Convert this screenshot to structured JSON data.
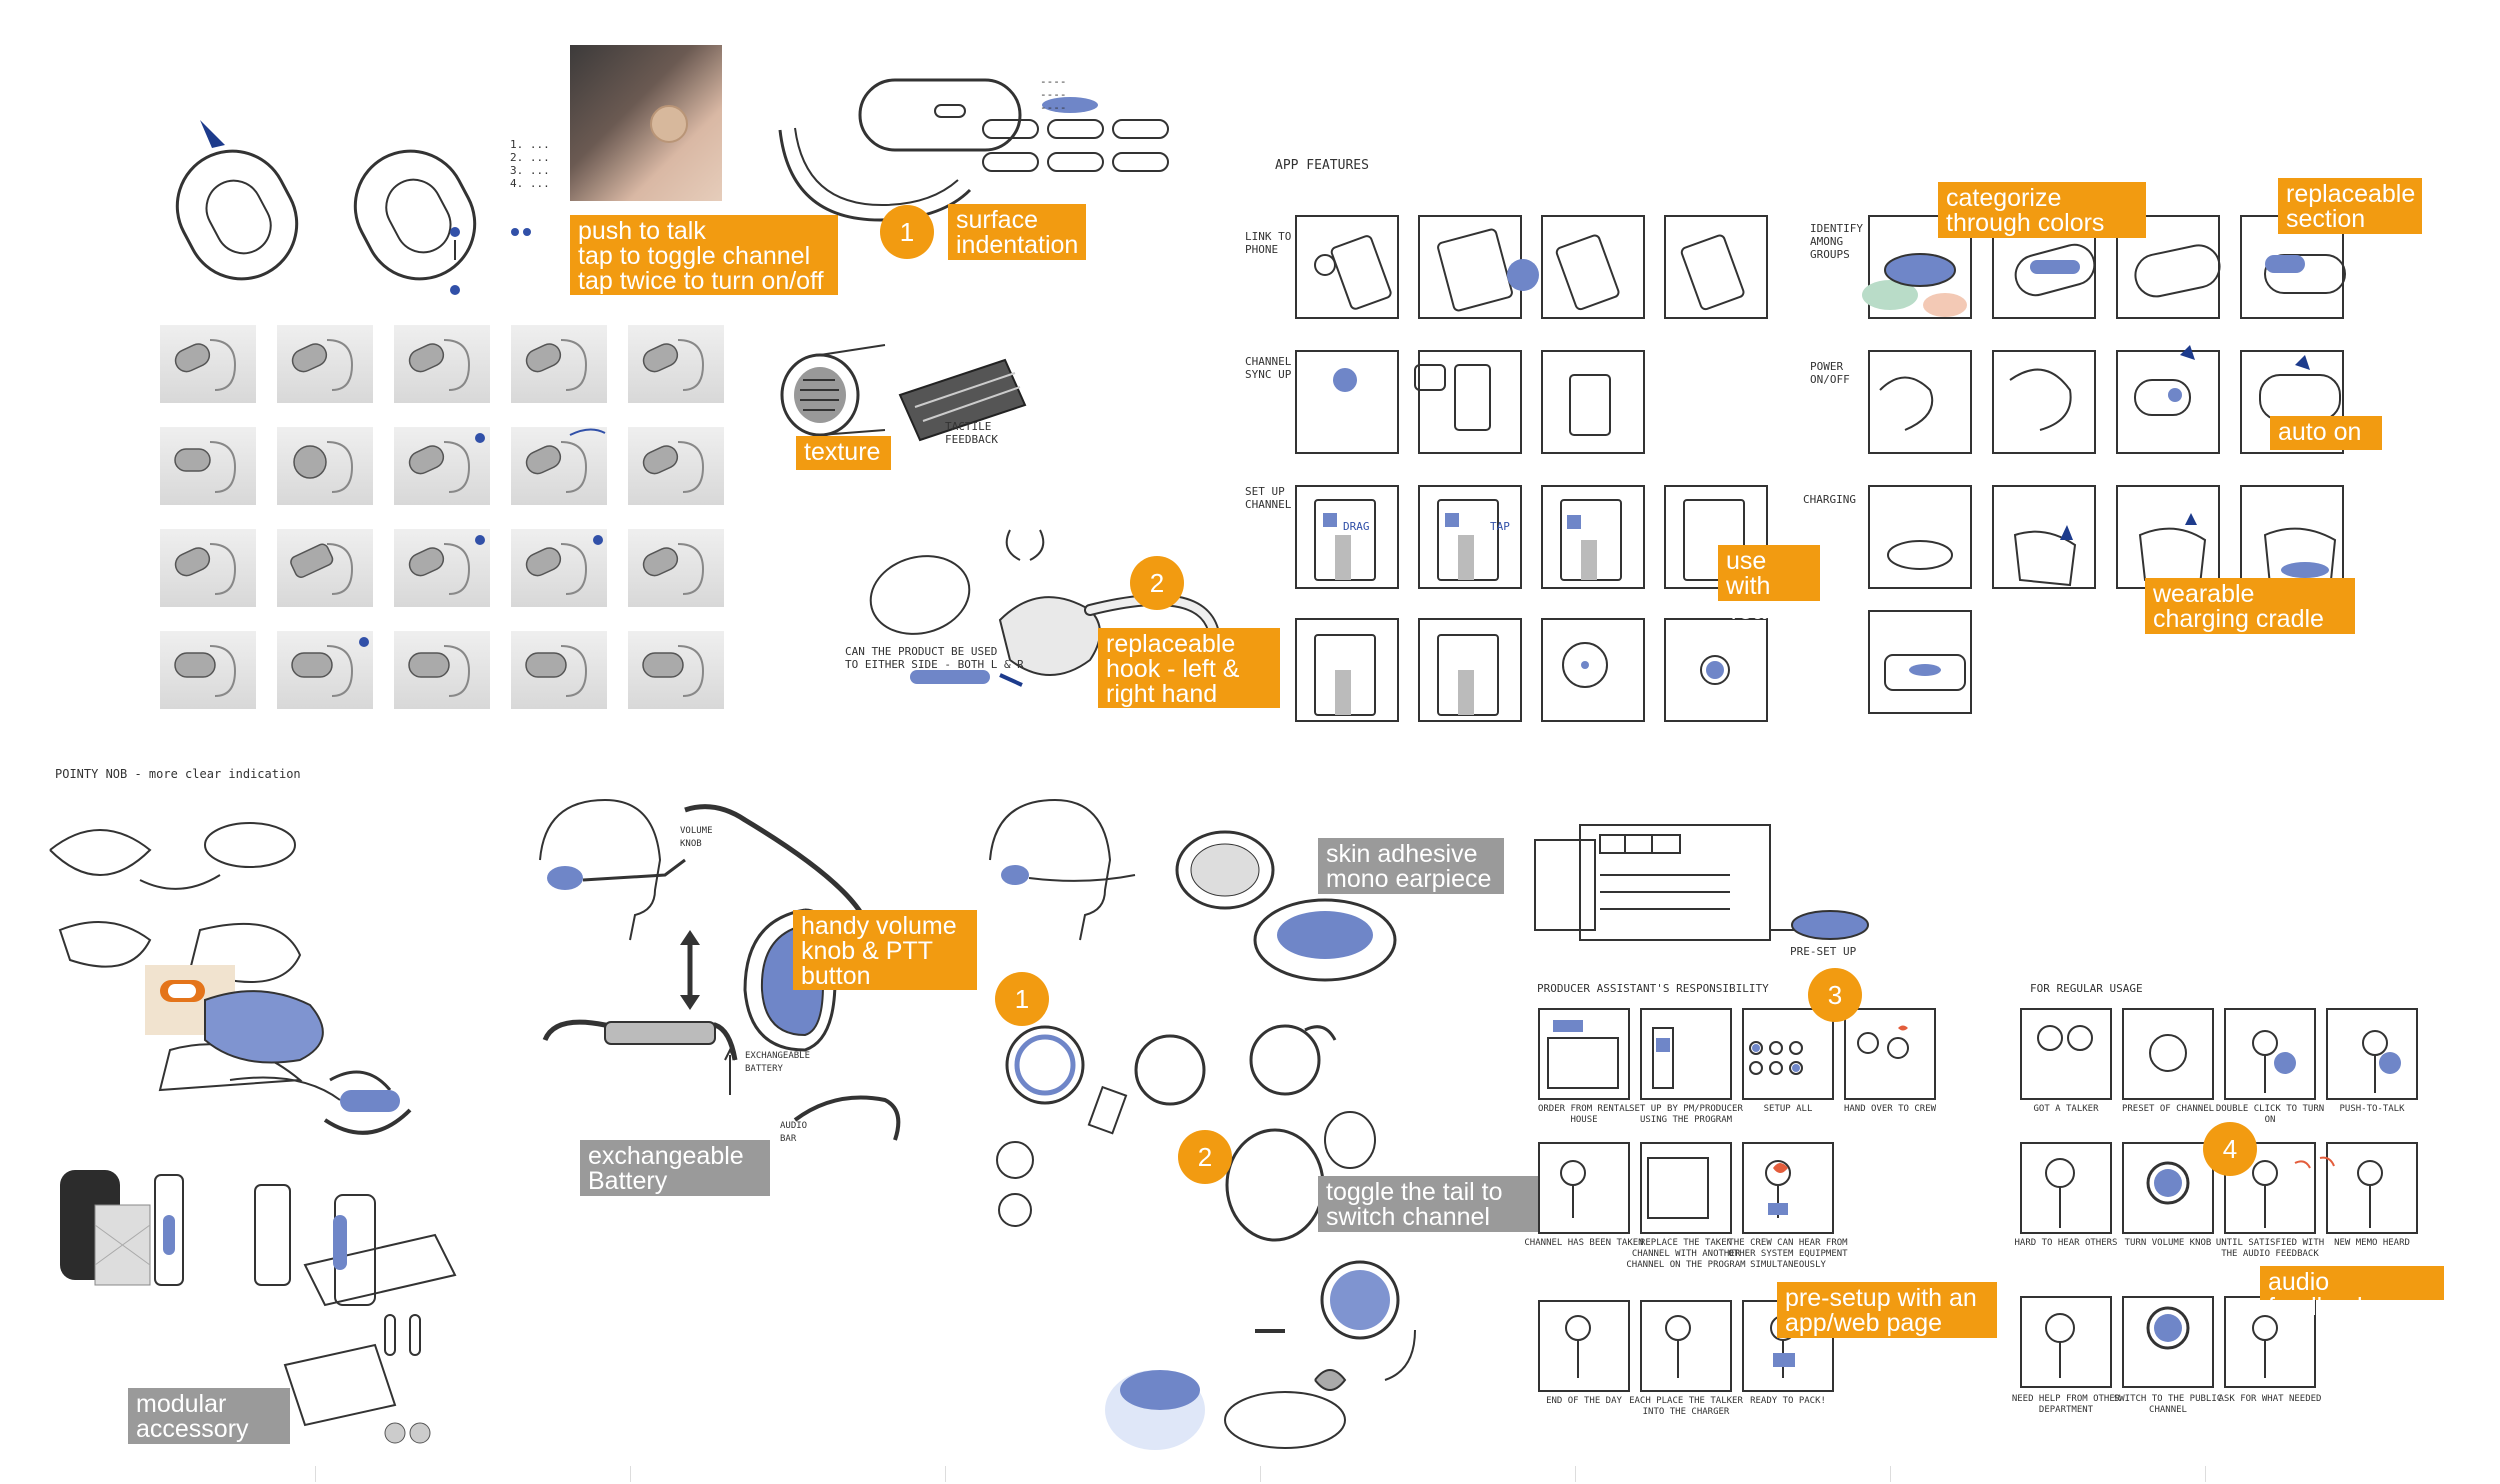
{
  "tags": {
    "push_to_talk": "push to talk\ntap to toggle channel\ntap twice to turn on/off",
    "surface_indentation": "surface\nindentation",
    "texture": "texture",
    "replaceable_hook": "replaceable\nhook - left &\nright hand user",
    "categorize_colors": "categorize\nthrough colors",
    "replaceable_section": "replaceable\nsection",
    "auto_on": "auto on",
    "use_with_teams": "use with\nTeams",
    "wearable_cradle": "wearable\ncharging cradle",
    "handy_volume": "handy volume\nknob & PTT\nbutton",
    "exchangeable_battery": "exchangeable\nBattery",
    "skin_adhesive": "skin adhesive\nmono earpiece",
    "toggle_tail": "toggle the tail to\nswitch channel",
    "modular_accessory": "modular\naccessory set",
    "pre_setup": "pre-setup with an\napp/web page",
    "audio_feedback": "audio feedback"
  },
  "numbers": {
    "n1_top": "1",
    "n2_top": "2",
    "n1_bottom": "1",
    "n2_bottom": "2",
    "n3": "3",
    "n4": "4"
  },
  "sketch_text": {
    "app_features": "APP FEATURES",
    "link_to_phone": "LINK TO\nPHONE",
    "channel_sync": "CHANNEL\nSYNC UP",
    "set_up_channel": "SET UP\nCHANNEL",
    "identify_groups": "IDENTIFY\nAMONG\nGROUPS",
    "power_onoff": "POWER\nON/OFF",
    "charging": "CHARGING",
    "pointy_nob": "POINTY NOB - more clear indication",
    "producer_responsibility": "PRODUCER ASSISTANT'S RESPONSIBILITY",
    "for_regular_usage": "FOR REGULAR USAGE",
    "tactile_feedback": "TACTILE\nFEEDBACK",
    "pre_set_up": "PRE-SET UP",
    "drag": "DRAG",
    "tap": "TAP",
    "volume_knob": "VOLUME\nKNOB",
    "exchangeable_battery_note": "EXCHANGEABLE\nBATTERY",
    "audio_bar": "AUDIO\nBAR"
  },
  "producer_captions": [
    "ORDER FROM RENTAL HOUSE",
    "SET UP BY PM/PRODUCER USING THE PROGRAM",
    "SETUP ALL",
    "HAND OVER TO CREW",
    "CHANNEL HAS BEEN TAKEN",
    "REPLACE THE TAKEN CHANNEL WITH ANOTHER CHANNEL ON THE PROGRAM",
    "THE CREW CAN HEAR FROM OTHER SYSTEM EQUIPMENT SIMULTANEOUSLY",
    "END OF THE DAY",
    "EACH PLACE THE TALKER INTO THE CHARGER",
    "READY TO PACK!"
  ],
  "usage_captions": [
    "GOT A TALKER",
    "PRESET OF CHANNEL",
    "DOUBLE CLICK TO TURN ON",
    "PUSH-TO-TALK",
    "HARD TO HEAR OTHERS",
    "TURN VOLUME KNOB",
    "UNTIL SATISFIED WITH THE AUDIO FEEDBACK",
    "NEW MEMO HEARD",
    "NEED HELP FROM OTHER DEPARTMENT",
    "SWITCH TO THE PUBLIC CHANNEL",
    "ASK FOR WHAT NEEDED"
  ],
  "colors": {
    "accent_orange": "#f29b11",
    "label_gray": "#9a9a9a",
    "sketch_blue": "#6f86c8"
  }
}
